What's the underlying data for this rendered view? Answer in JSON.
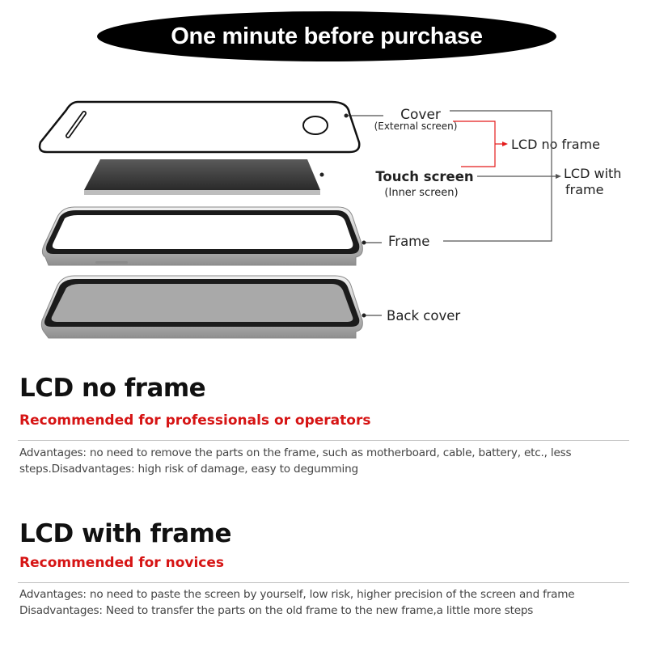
{
  "banner": {
    "title": "One minute before purchase"
  },
  "diagram": {
    "cover_label": "Cover",
    "cover_sub": "(External screen)",
    "touch_label": "Touch screen",
    "touch_sub": "(Inner screen)",
    "frame_label": "Frame",
    "back_label": "Back cover",
    "group_no_frame": "LCD no frame",
    "group_with_frame_line1": "LCD with",
    "group_with_frame_line2": "frame",
    "colors": {
      "red_bracket": "#e41b1b",
      "gray_bracket": "#555555"
    }
  },
  "sections": [
    {
      "title": "LCD no frame",
      "subtitle": "Recommended for professionals or operators",
      "body_line1": "Advantages: no need to remove the parts on the frame, such as motherboard, cable, battery, etc., less",
      "body_line2": "steps.Disadvantages: high risk of damage, easy to degumming"
    },
    {
      "title": "LCD with frame",
      "subtitle": "Recommended for novices",
      "body_line1": "Advantages: no need to paste the screen by yourself, low risk, higher precision of the screen and frame",
      "body_line2": "Disadvantages: Need to transfer the parts on the old frame to the new frame,a little more steps"
    }
  ]
}
